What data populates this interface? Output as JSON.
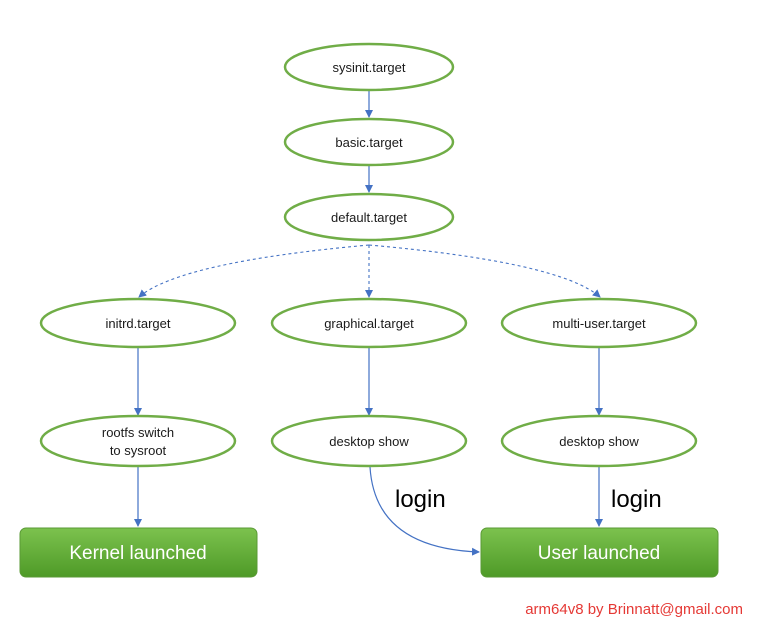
{
  "nodes": {
    "sysinit": "sysinit.target",
    "basic": "basic.target",
    "default": "default.target",
    "initrd": "initrd.target",
    "graphical": "graphical.target",
    "multi_user": "multi-user.target",
    "rootfs_line1": "rootfs switch",
    "rootfs_line2": "to sysroot",
    "desktop_show_left": "desktop show",
    "desktop_show_right": "desktop show",
    "kernel_launched": "Kernel launched",
    "user_launched": "User launched"
  },
  "labels": {
    "login_left": "login",
    "login_right": "login"
  },
  "credit": "arm64v8 by Brinnatt@gmail.com",
  "colors": {
    "ellipse_stroke": "#70ad47",
    "arrow": "#4472c4",
    "box_fill_top": "#7cc24e",
    "box_fill_bottom": "#4e9a27",
    "credit": "#e53935"
  }
}
